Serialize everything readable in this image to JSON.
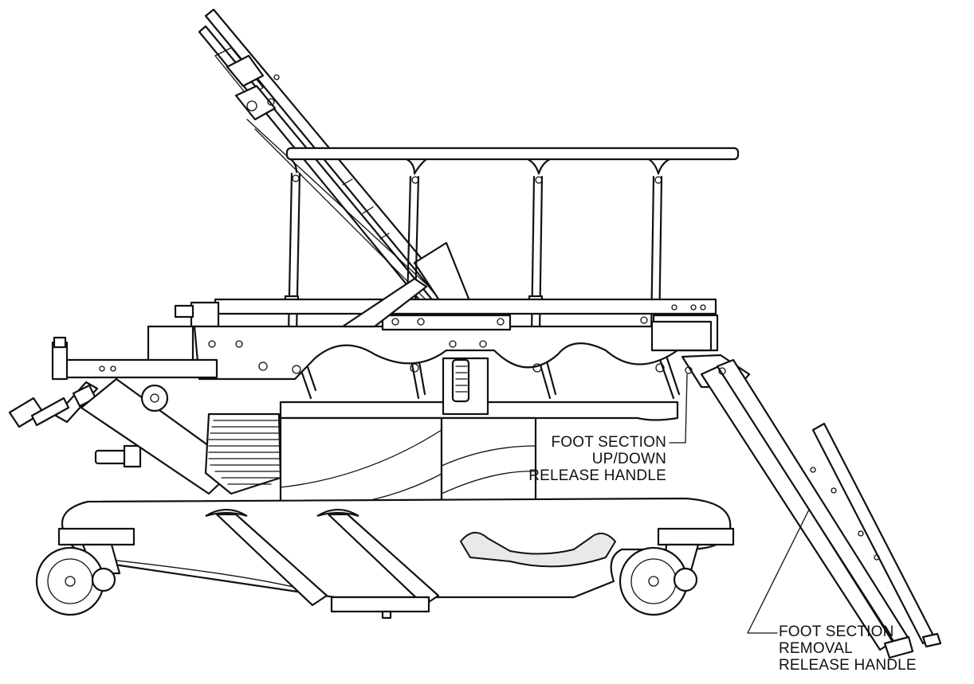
{
  "callouts": {
    "foot_updown": {
      "lines": [
        "FOOT SECTION",
        "UP/DOWN",
        "RELEASE HANDLE"
      ]
    },
    "foot_removal": {
      "lines": [
        "FOOT SECTION",
        "REMOVAL",
        "RELEASE HANDLE"
      ]
    }
  },
  "icons": [
    "stretcher-side-view-drawing",
    "leader-line"
  ]
}
